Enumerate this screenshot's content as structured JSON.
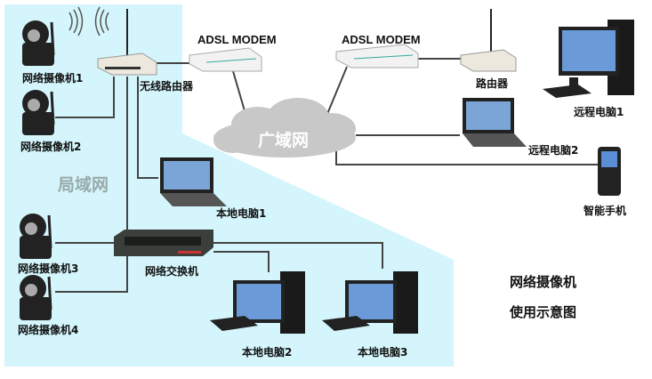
{
  "colors": {
    "lan": "#d4f5fb",
    "line": "#444444",
    "cloud": "#c8c8c8"
  },
  "zones": {
    "lan": "局域网",
    "wan": "广域网"
  },
  "devices": {
    "cam1": "网络摄像机1",
    "cam2": "网络摄像机2",
    "cam3": "网络摄像机3",
    "cam4": "网络摄像机4",
    "wireless_router": "无线路由器",
    "modem1": "ADSL MODEM",
    "modem2": "ADSL MODEM",
    "router": "路由器",
    "remote_pc1": "远程电脑1",
    "remote_pc2": "远程电脑2",
    "phone": "智能手机",
    "local_pc1": "本地电脑1",
    "switch": "网络交换机",
    "local_pc2": "本地电脑2",
    "local_pc3": "本地电脑3"
  },
  "caption": {
    "line1": "网络摄像机",
    "line2": "使用示意图"
  }
}
